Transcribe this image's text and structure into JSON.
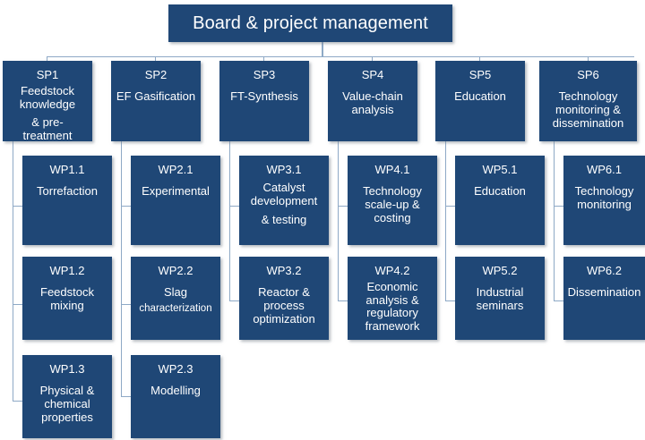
{
  "colors": {
    "box_fill": "#1F4776",
    "box_text": "#FFFFFF",
    "connector": "#8EA9C6",
    "background": "#FFFFFF"
  },
  "title": {
    "text": "Board & project management"
  },
  "subprojects": [
    {
      "code": "SP1",
      "label": "Feedstock\nknowledge",
      "label2": "& pre-\ntreatment"
    },
    {
      "code": "SP2",
      "label": "EF Gasification",
      "label2": ""
    },
    {
      "code": "SP3",
      "label": "FT-Synthesis",
      "label2": ""
    },
    {
      "code": "SP4",
      "label": "Value-chain\nanalysis",
      "label2": ""
    },
    {
      "code": "SP5",
      "label": "Education",
      "label2": ""
    },
    {
      "code": "SP6",
      "label": "Technology\nmonitoring &\ndissemination",
      "label2": ""
    }
  ],
  "workpackages": {
    "sp1": [
      {
        "code": "WP1.1",
        "label": "Torrefaction"
      },
      {
        "code": "WP1.2",
        "label": "Feedstock\nmixing"
      },
      {
        "code": "WP1.3",
        "label": "Physical &\nchemical\nproperties"
      }
    ],
    "sp2": [
      {
        "code": "WP2.1",
        "label": "Experimental"
      },
      {
        "code": "WP2.2",
        "label": "Slag",
        "label_small": "characterization"
      },
      {
        "code": "WP2.3",
        "label": "Modelling"
      }
    ],
    "sp3": [
      {
        "code": "WP3.1",
        "label": "Catalyst\ndevelopment",
        "label2": "& testing"
      },
      {
        "code": "WP3.2",
        "label": "Reactor &\nprocess\noptimization"
      }
    ],
    "sp4": [
      {
        "code": "WP4.1",
        "label": "Technology\nscale-up &\ncosting"
      },
      {
        "code": "WP4.2",
        "label": "Economic\nanalysis &\nregulatory\nframework"
      }
    ],
    "sp5": [
      {
        "code": "WP5.1",
        "label": "Education"
      },
      {
        "code": "WP5.2",
        "label": "Industrial\nseminars"
      }
    ],
    "sp6": [
      {
        "code": "WP6.1",
        "label": "Technology\nmonitoring"
      },
      {
        "code": "WP6.2",
        "label": "Dissemination"
      }
    ]
  }
}
